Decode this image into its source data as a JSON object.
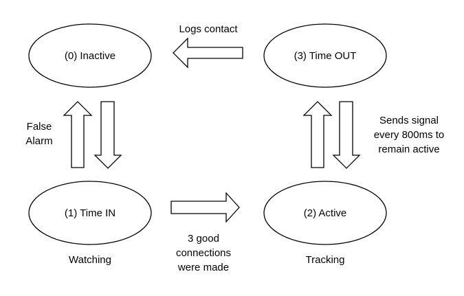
{
  "states": {
    "inactive": "(0) Inactive",
    "time_out": "(3) Time OUT",
    "time_in": "(1) Time IN",
    "active": "(2) Active"
  },
  "labels": {
    "logs_contact": "Logs contact",
    "false_alarm": [
      "False",
      "Alarm"
    ],
    "sends_signal": [
      "Sends signal",
      "every 800ms to",
      "remain active"
    ],
    "good_connections": [
      "3 good",
      "connections",
      "were made"
    ],
    "watching": "Watching",
    "tracking": "Tracking"
  },
  "colors": {
    "stroke": "#000000",
    "fill": "#ffffff",
    "text": "#000000"
  }
}
